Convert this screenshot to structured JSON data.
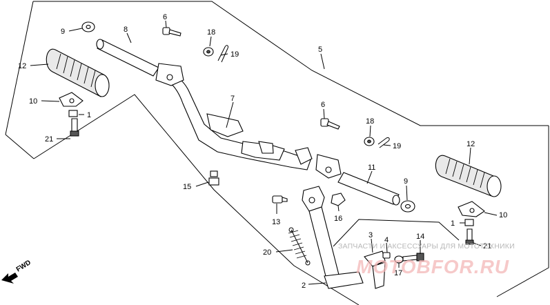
{
  "callouts": [
    "1",
    "1",
    "2",
    "3",
    "4",
    "5",
    "6",
    "6",
    "7",
    "8",
    "9",
    "9",
    "10",
    "10",
    "11",
    "12",
    "12",
    "13",
    "14",
    "15",
    "16",
    "17",
    "18",
    "18",
    "19",
    "19",
    "20",
    "21",
    "21"
  ],
  "watermark": {
    "text": "ЗАПЧАСТИ И АКСЕССУАРЫ ДЛЯ МОТОТЕХНИКИ",
    "brand": "MOTOBFOR.RU"
  },
  "direction_label": "FWD"
}
